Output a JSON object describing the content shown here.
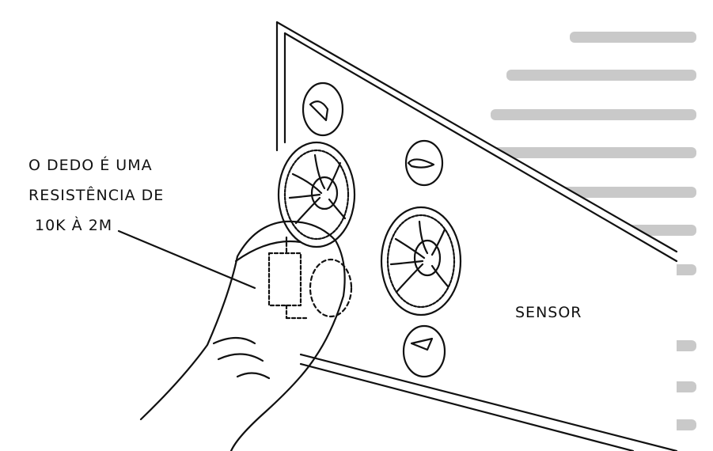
{
  "figure": {
    "caption_lines": [
      "O DEDO É UMA",
      "RESISTÊNCIA DE",
      "10K À 2M"
    ],
    "sensor_label": "SENSOR"
  },
  "colors": {
    "ink": "#111111",
    "paper": "#ffffff",
    "faint_text": "#c9c9c9"
  }
}
